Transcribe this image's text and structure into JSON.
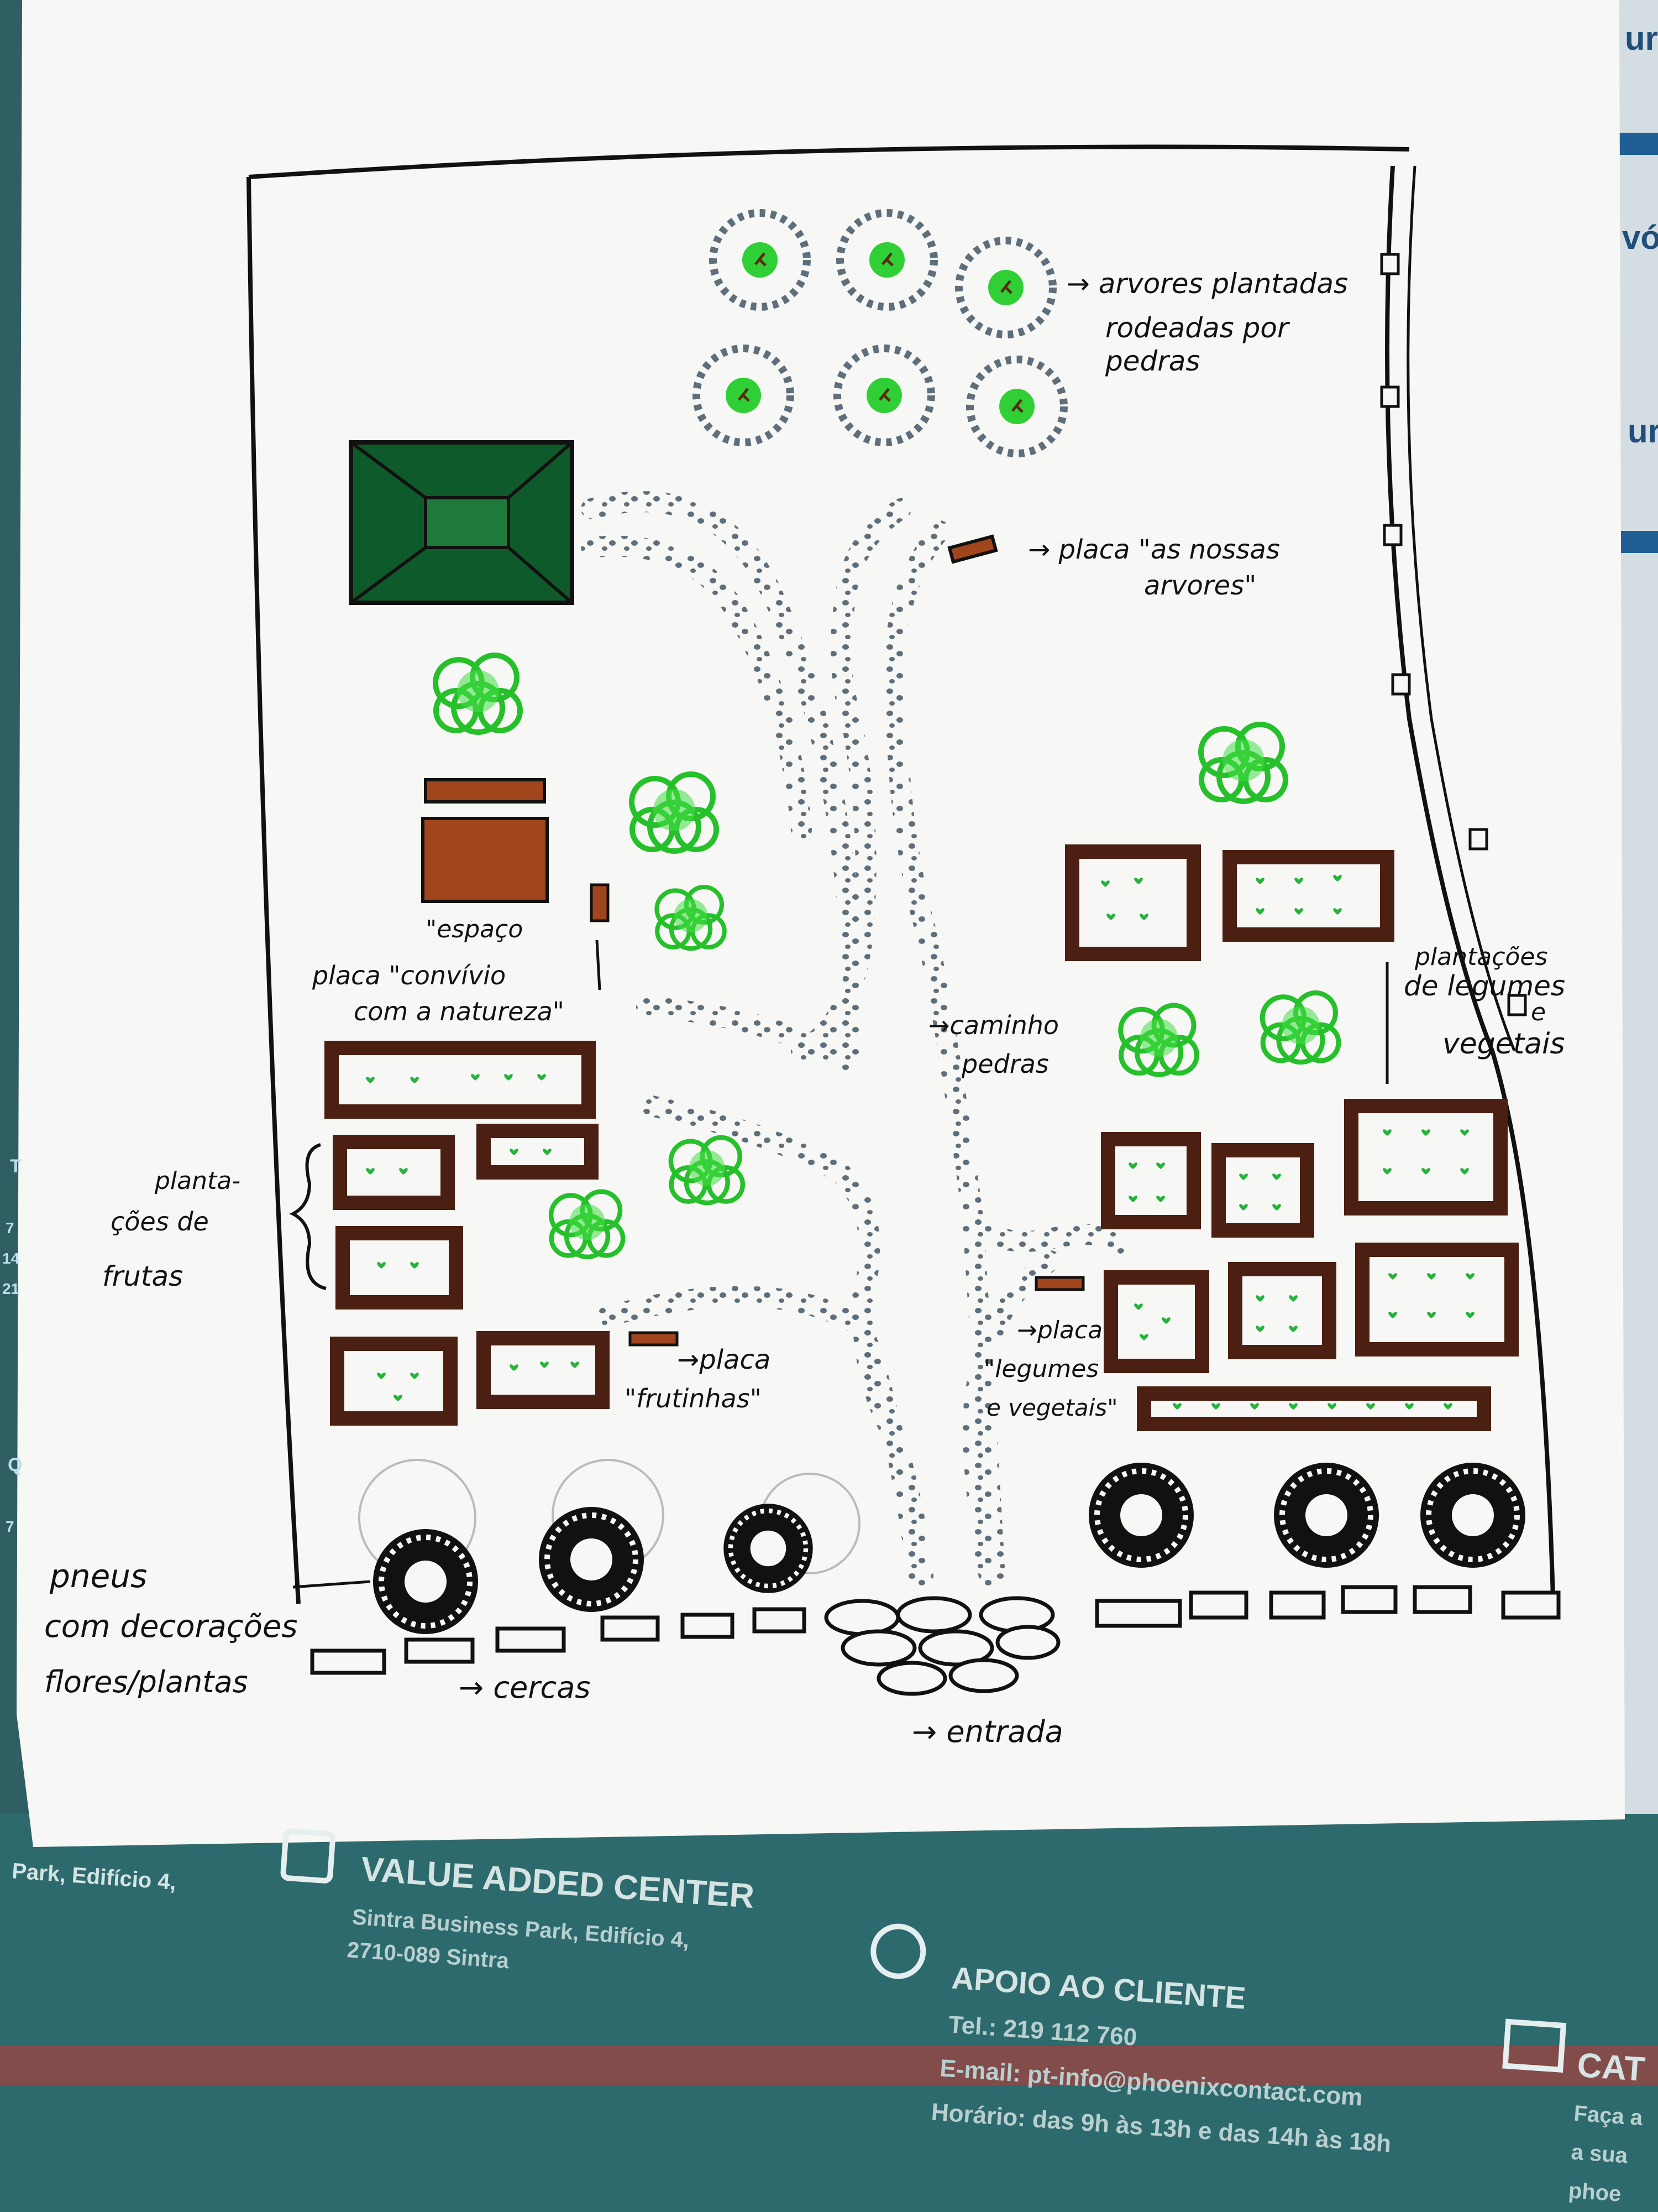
{
  "sketch_labels": {
    "arvores_line1": "→ arvores plantadas",
    "arvores_line2": "rodeadas por",
    "arvores_line3": "pedras",
    "placa_arvores_line1": "→ placa \"as nossas",
    "placa_arvores_line2": "arvores\"",
    "espaco_line1": "\"espaço",
    "espaco_line2": "placa \"convívio",
    "espaco_line3": "com a natureza\"",
    "plantacoes_legumes_line1": "plantações",
    "plantacoes_legumes_line2": "de legumes",
    "plantacoes_legumes_line3": "e",
    "plantacoes_legumes_line4": "vegetais",
    "caminho_line1": "→caminho",
    "caminho_line2": "pedras",
    "plantacoes_frutas_line1": "planta-",
    "plantacoes_frutas_line2": "ções de",
    "plantacoes_frutas_line3": "frutas",
    "placa_frutinhas_line1": "→placa",
    "placa_frutinhas_line2": "\"frutinhas\"",
    "placa_legumes_line1": "→placa",
    "placa_legumes_line2": "\"legumes",
    "placa_legumes_line3": "e vegetais\"",
    "pneus_line1": "pneus",
    "pneus_line2": "com decorações",
    "pneus_line3": "flores/plantas",
    "cercas": "→ cercas",
    "entrada": "→ entrada"
  },
  "background_text": {
    "address_fragment": "Park, Edifício 4,",
    "vac_title": "VALUE ADDED CENTER",
    "vac_line1": "Sintra Business Park, Edifício 4,",
    "vac_line2": "2710-089 Sintra",
    "apoio_title": "APOIO AO CLIENTE",
    "apoio_tel": "Tel.: 219 112 760",
    "apoio_email": "E-mail: pt-info@phoenixcontact.com",
    "apoio_horario": "Horário: das 9h às 13h e das 14h às 18h",
    "cat_fragment": "CAT",
    "cat_line1": "Faça a",
    "cat_line2": "a sua",
    "cat_line3": "phoe",
    "right_edge_1": "ur",
    "right_edge_2": "vó",
    "right_edge_3": "ur",
    "left_edge_1": "T",
    "left_edge_2": "7",
    "left_edge_3": "14",
    "left_edge_4": "21",
    "left_edge_5": "Q",
    "left_edge_6": "7"
  },
  "colors": {
    "paper": "#f7f7f5",
    "ink": "#111111",
    "tree_green": "#25c02a",
    "shed_green": "#0f5a2a",
    "soil_brown": "#a1451d",
    "bed_border": "#4b1f12",
    "stone_grey": "#5e6f7b",
    "table_teal": "#2f5f63",
    "heart_green": "#24b33b"
  }
}
